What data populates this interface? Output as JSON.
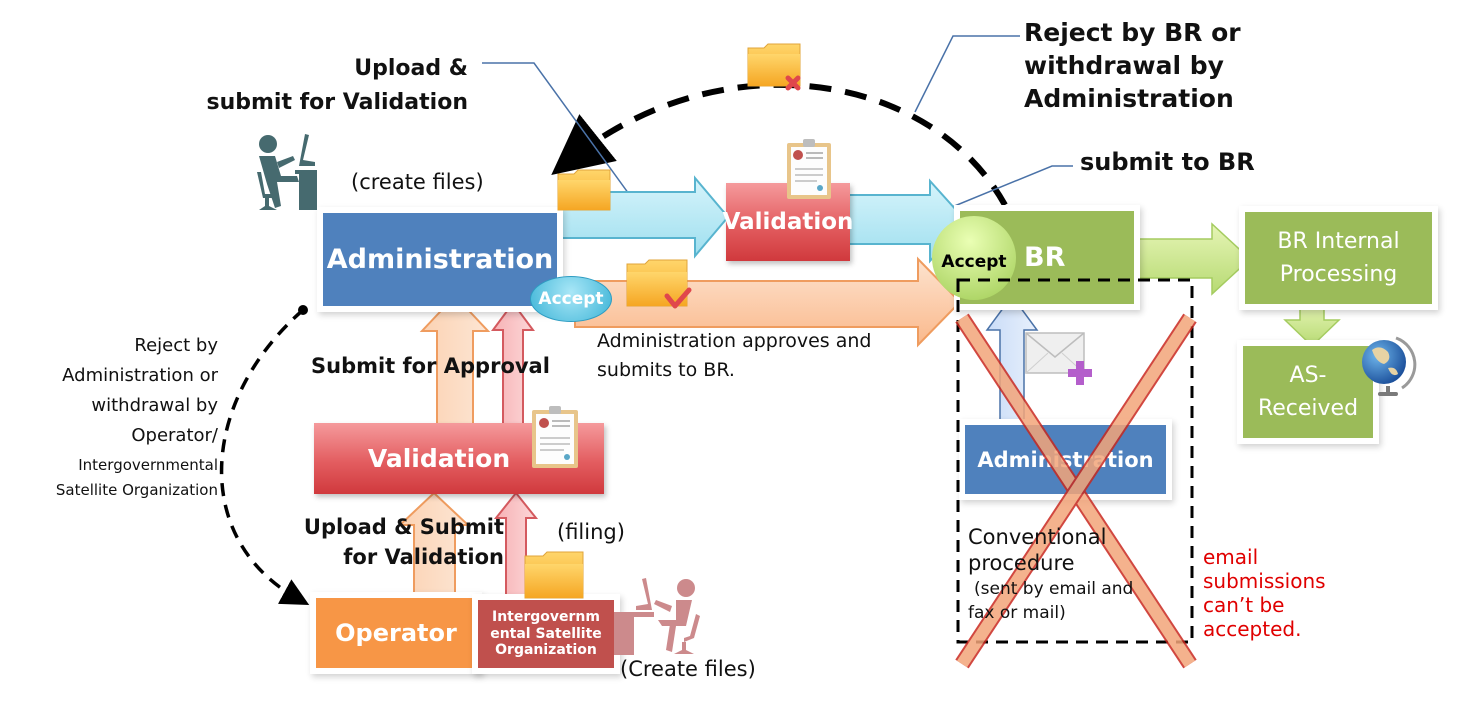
{
  "colors": {
    "admin_blue": "#4f81bd",
    "validation_red": "#d9474b",
    "br_green": "#9bbb59",
    "operator_orange": "#f79646",
    "igo_red": "#c0504d",
    "cyan_arrow": "#a8e4f0",
    "peach_arrow": "#fbc9a3",
    "reject_text_red": "#e00000",
    "person_teal": "#466a6f",
    "person_rose": "#cc8a8c"
  },
  "annotations": {
    "upload_submit_top": [
      "Upload &",
      "submit for Validation"
    ],
    "create_files_top": "(create files)",
    "reject_by_br": [
      "Reject by BR or",
      "withdrawal by",
      "Administration"
    ],
    "submit_to_br": "submit to BR",
    "admin_approves": [
      "Administration approves and",
      "submits to BR."
    ],
    "submit_for_approval": "Submit for Approval",
    "upload_submit_bottom": [
      "Upload & Submit",
      "for Validation"
    ],
    "filing": "(filing)",
    "create_files_bottom": "(Create files)",
    "reject_by_admin": [
      "Reject by",
      "Administration or",
      "withdrawal by",
      "Operator/"
    ],
    "reject_by_admin_small": [
      "Intergovernmental",
      "Satellite Organization"
    ],
    "conventional": [
      "Conventional",
      "procedure"
    ],
    "conventional_sub": [
      "(sent by email and",
      "fax or mail)"
    ],
    "email_rejected": [
      "email",
      "submissions",
      "can’t be",
      "accepted."
    ]
  },
  "nodes": {
    "administration": "Administration",
    "validation_top": "Validation",
    "br": "BR",
    "br_internal": [
      "BR Internal",
      "Processing"
    ],
    "as_received": [
      "AS-",
      "Received"
    ],
    "validation_mid": "Validation",
    "operator": "Operator",
    "igo": [
      "Intergovernm",
      "ental Satellite",
      "Organization"
    ],
    "admin_conventional": "Administration",
    "accept_admin": "Accept",
    "accept_br": "Accept"
  },
  "icons": [
    "person-at-desk-icon",
    "folder-icon",
    "folder-reject-icon",
    "folder-approved-icon",
    "certificate-clipboard-icon",
    "email-add-icon",
    "globe-icon"
  ]
}
